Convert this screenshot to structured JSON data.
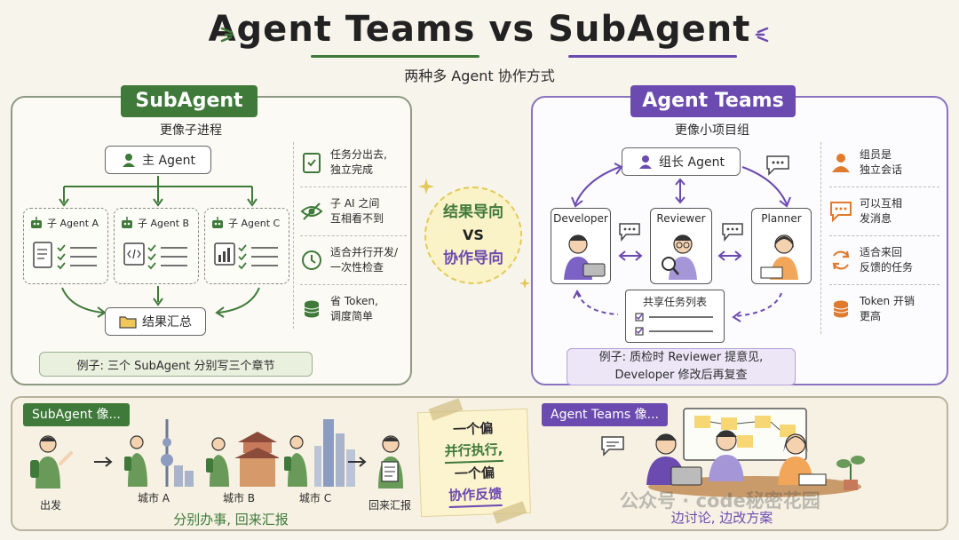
{
  "header": {
    "title": "Agent Teams vs SubAgent",
    "subtitle": "两种多 Agent 协作方式"
  },
  "subagent": {
    "banner": "SubAgent",
    "tagline": "更像子进程",
    "main_agent": "主 Agent",
    "sub_agents": [
      "子 Agent A",
      "子 Agent B",
      "子 Agent C"
    ],
    "result": "结果汇总",
    "features": [
      {
        "icon": "clipboard-check-icon",
        "text": "任务分出去,\n独立完成"
      },
      {
        "icon": "eye-off-icon",
        "text": "子 AI 之间\n互相看不到"
      },
      {
        "icon": "clock-icon",
        "text": "适合并行开发/\n一次性检查"
      },
      {
        "icon": "coins-icon",
        "text": "省 Token,\n调度简单"
      }
    ],
    "example": "例子: 三个 SubAgent 分别写三个章节"
  },
  "center": {
    "line1": "结果导向",
    "line2": "VS",
    "line3": "协作导向"
  },
  "agent_teams": {
    "banner": "Agent Teams",
    "tagline": "更像小项目组",
    "leader": "组长 Agent",
    "members": [
      "Developer",
      "Reviewer",
      "Planner"
    ],
    "shared_list": "共享任务列表",
    "features": [
      {
        "icon": "person-icon",
        "text": "组员是\n独立会话"
      },
      {
        "icon": "chat-icon",
        "text": "可以互相\n发消息"
      },
      {
        "icon": "refresh-icon",
        "text": "适合来回\n反馈的任务"
      },
      {
        "icon": "coins-icon",
        "text": "Token 开销\n更高"
      }
    ],
    "example_line1": "例子: 质检时 Reviewer 提意见,",
    "example_line2": "Developer 修改后再复查"
  },
  "analogy": {
    "subagent_tag": "SubAgent 像...",
    "start": "出发",
    "cities": [
      "城市 A",
      "城市 B",
      "城市 C"
    ],
    "report": "回来汇报",
    "caption_left": "分别办事, 回来汇报",
    "note_lines": [
      "一个偏",
      "并行执行,",
      "一个偏",
      "协作反馈"
    ],
    "teams_tag": "Agent Teams 像...",
    "caption_right": "边讨论, 边改方案",
    "watermark": "公众号 · code秘密花园"
  },
  "colors": {
    "green": "#3f7a3a",
    "purple": "#6b4bb0",
    "orange": "#e07b2e"
  }
}
